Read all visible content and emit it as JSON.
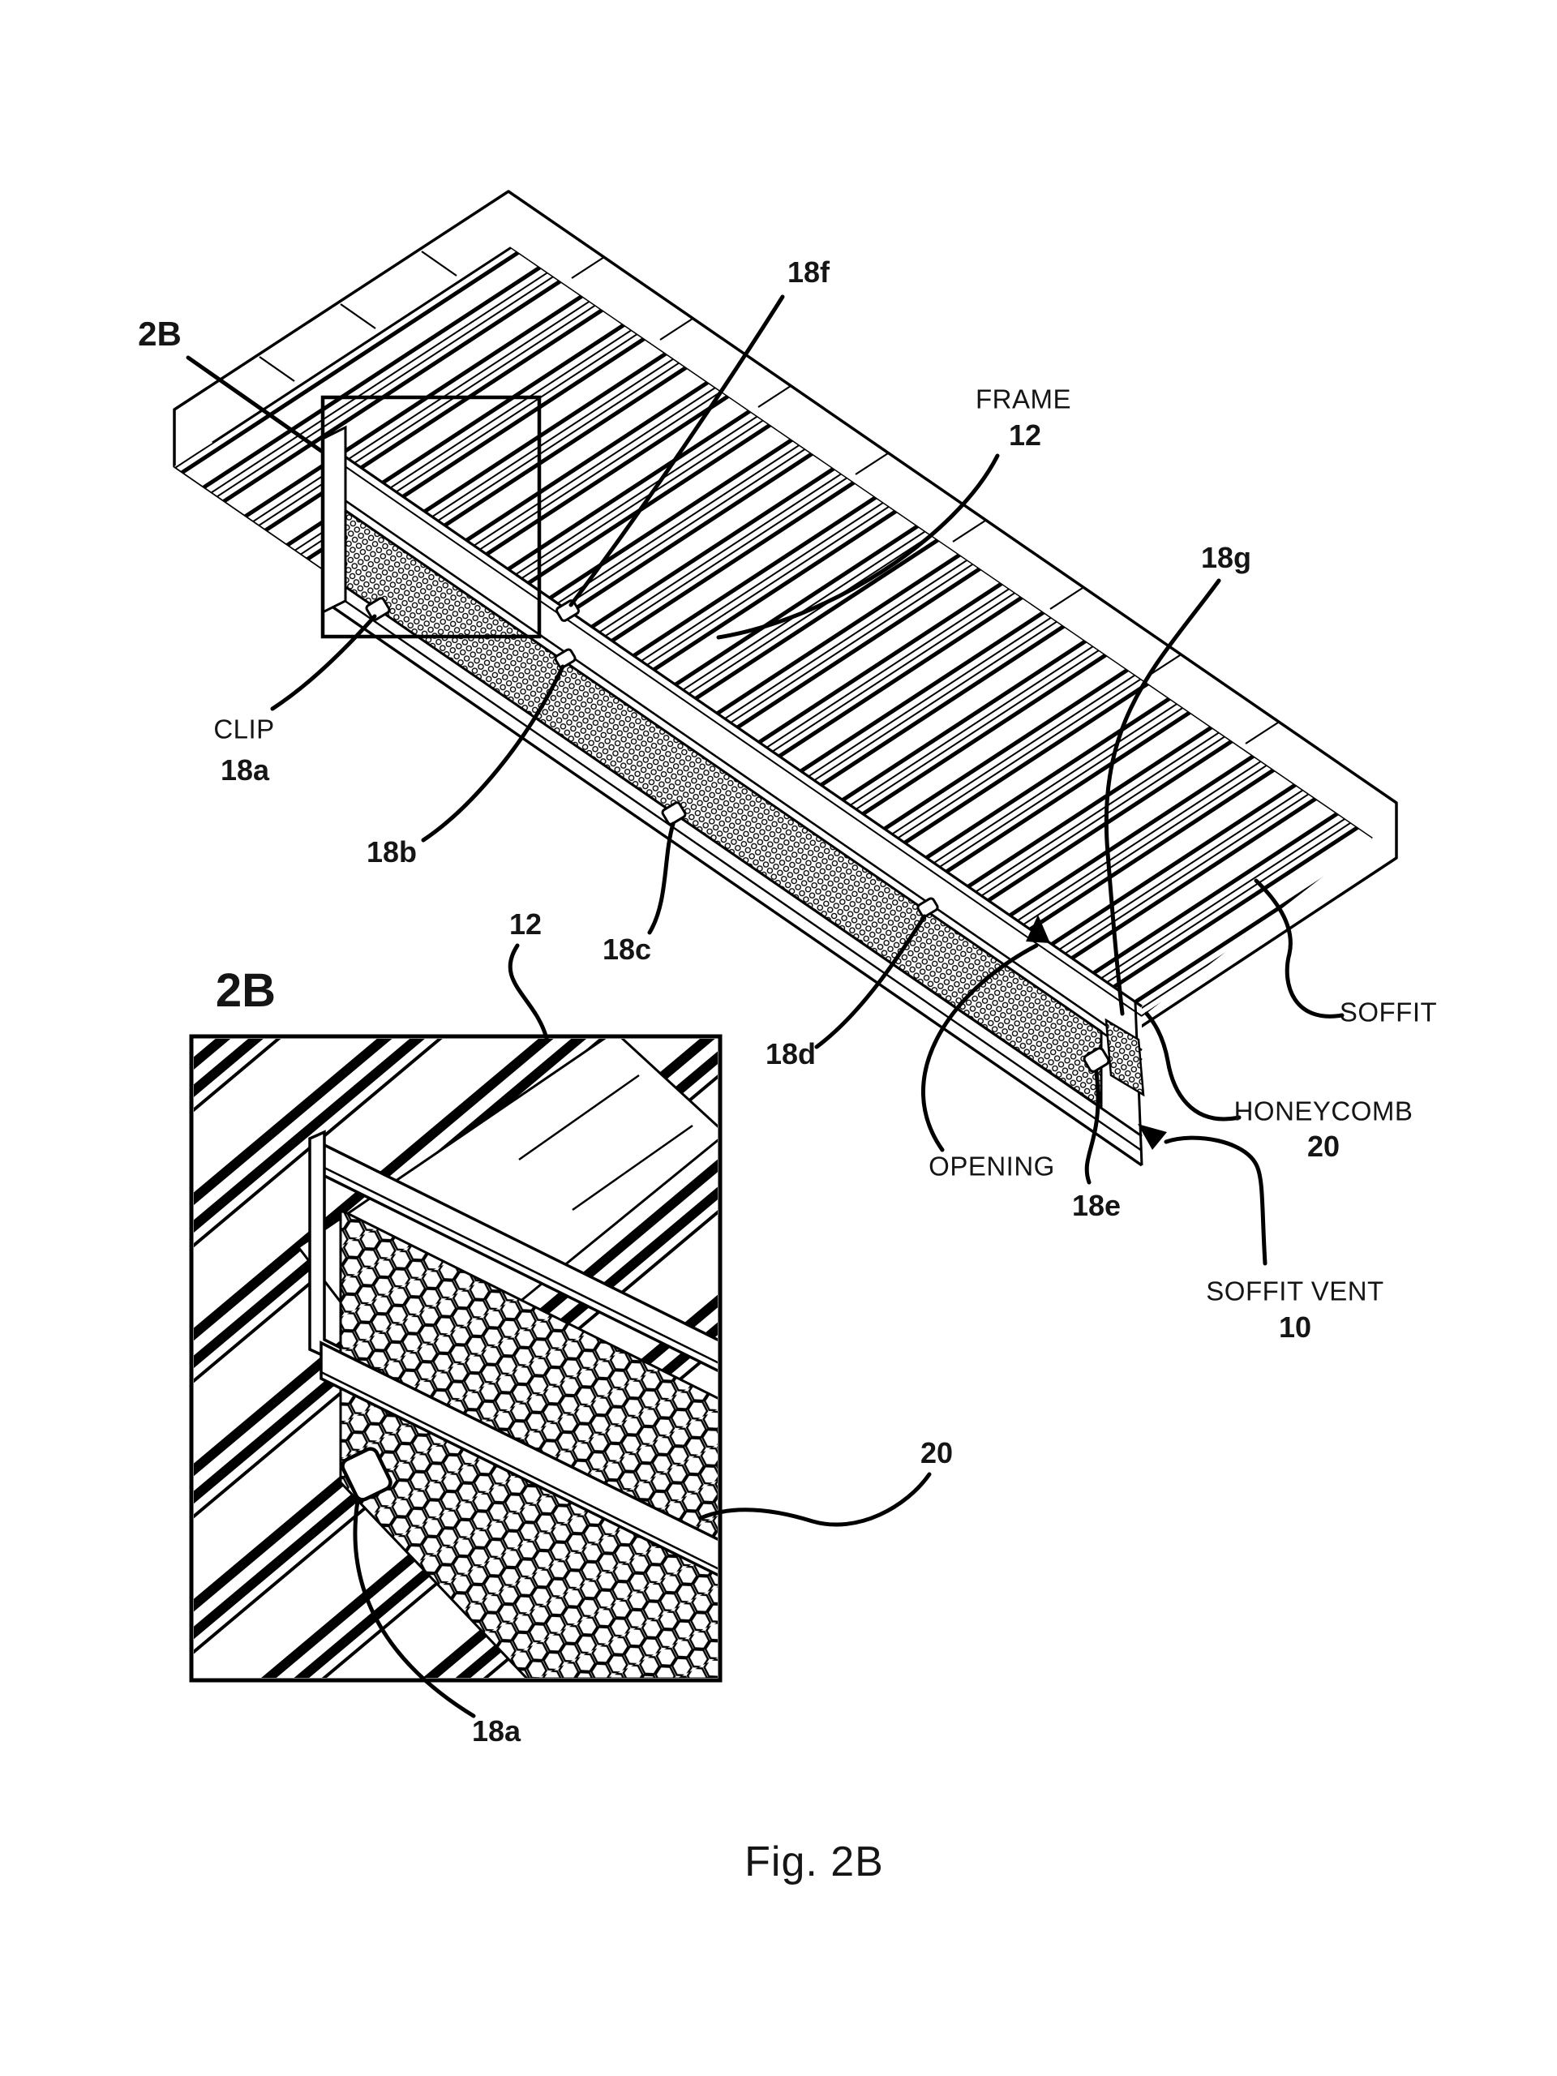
{
  "figure_caption": "Fig. 2B",
  "main_view": {
    "detail_marker": "2B",
    "labels": {
      "ref_18f": "18f",
      "frame_word": "FRAME",
      "frame_num": "12",
      "ref_18g": "18g",
      "clip_word": "CLIP",
      "clip_num": "18a",
      "ref_18b": "18b",
      "frame_num_2": "12",
      "ref_18c": "18c",
      "ref_18d": "18d",
      "opening_word": "OPENING",
      "ref_18e": "18e",
      "soffit_word": "SOFFIT",
      "honeycomb_word": "HONEYCOMB",
      "honeycomb_num": "20",
      "soffit_vent_word": "SOFFIT VENT",
      "soffit_vent_num": "10"
    }
  },
  "detail_view": {
    "detail_marker": "2B",
    "labels": {
      "honeycomb_num": "20",
      "clip_num": "18a"
    }
  }
}
